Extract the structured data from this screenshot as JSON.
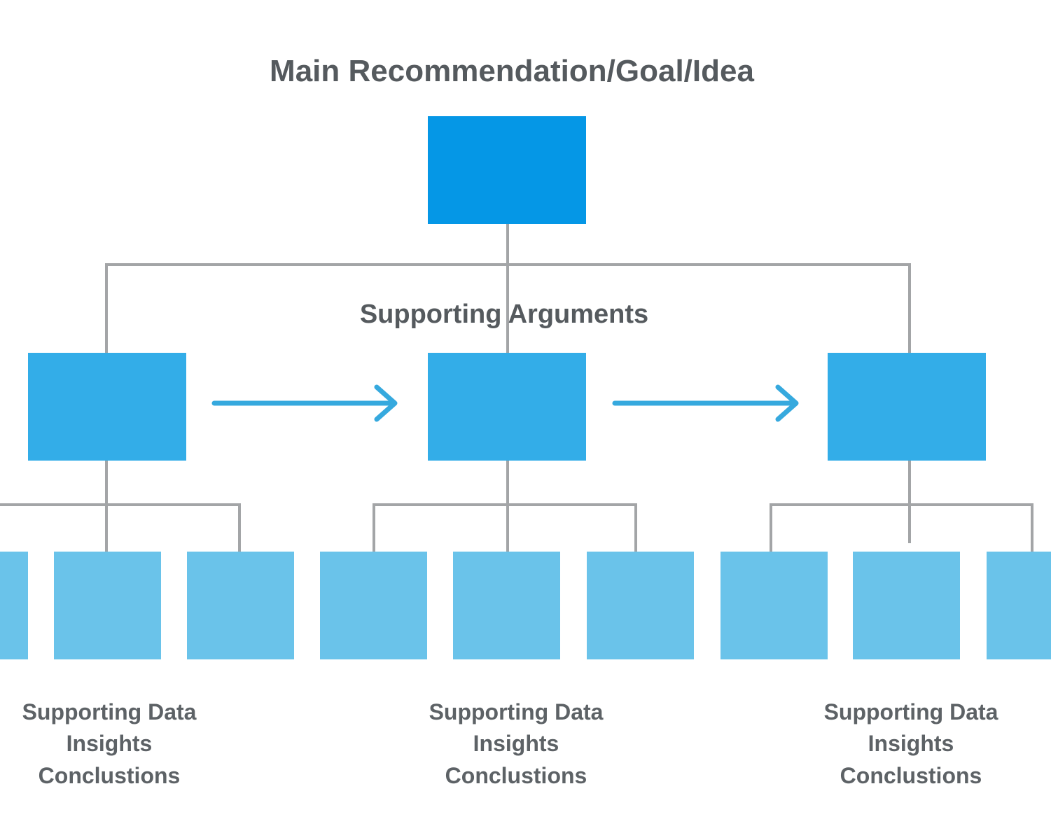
{
  "titles": {
    "main": "Main Recommendation/Goal/Idea",
    "supporting_arguments": "Supporting Arguments"
  },
  "captions": [
    {
      "line1": "Supporting Data",
      "line2": "Insights",
      "line3": "Conclustions"
    },
    {
      "line1": "Supporting Data",
      "line2": "Insights",
      "line3": "Conclustions"
    },
    {
      "line1": "Supporting Data",
      "line2": "Insights",
      "line3": "Conclustions"
    }
  ],
  "colors": {
    "top_box": "#0597e6",
    "middle_box": "#33ade8",
    "bottom_box": "#6ac3ea",
    "connector": "#a3a5a7",
    "arrow": "#36a9de",
    "text": "#555a5e"
  }
}
